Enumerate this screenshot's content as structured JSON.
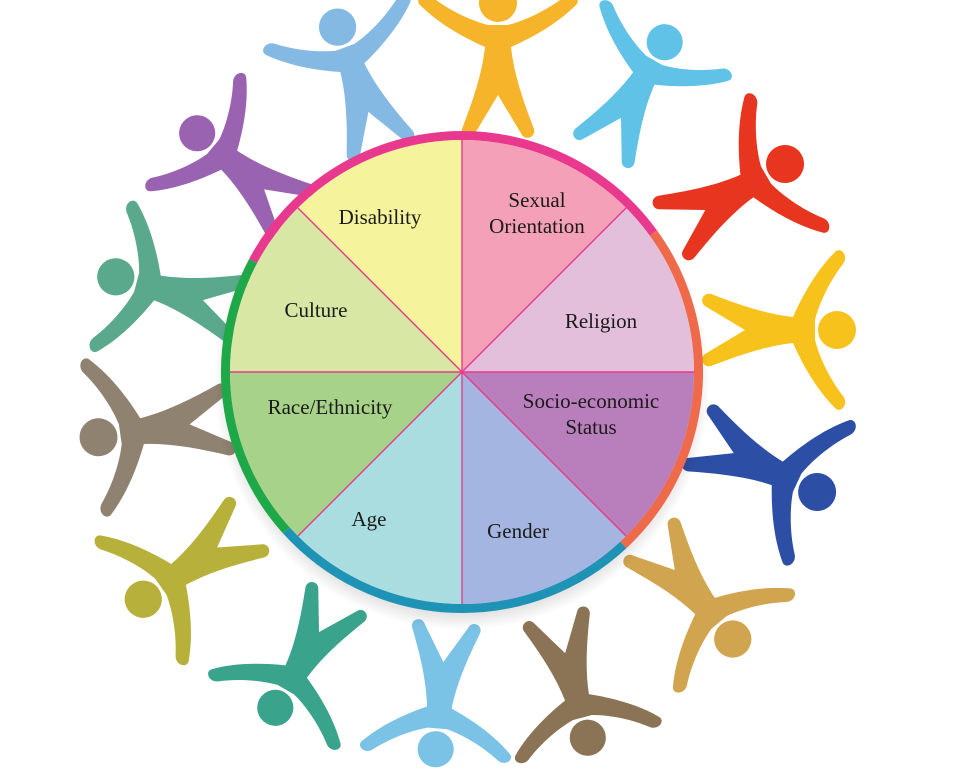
{
  "segments": [
    {
      "id": "sexual-orientation",
      "lines": [
        "Sexual",
        "Orientation"
      ],
      "fill": "#f4a0b8"
    },
    {
      "id": "religion",
      "lines": [
        "Religion"
      ],
      "fill": "#e4bfdc"
    },
    {
      "id": "socio-economic-status",
      "lines": [
        "Socio-economic",
        "Status"
      ],
      "fill": "#b97fbd"
    },
    {
      "id": "gender",
      "lines": [
        "Gender"
      ],
      "fill": "#a3b5e0"
    },
    {
      "id": "age",
      "lines": [
        "Age"
      ],
      "fill": "#a9dde0"
    },
    {
      "id": "race-ethnicity",
      "lines": [
        "Race/Ethnicity"
      ],
      "fill": "#a6d389"
    },
    {
      "id": "culture",
      "lines": [
        "Culture"
      ],
      "fill": "#d8e7a4"
    },
    {
      "id": "disability",
      "lines": [
        "Disability"
      ],
      "fill": "#f5f39c"
    }
  ],
  "rim_colors": {
    "top": "#e8398f",
    "right": "#ee6a4a",
    "bottom": "#1f93b6",
    "left": "#1fa848"
  },
  "divider_color": "#e8398f",
  "people": [
    {
      "name": "person-figure-orange-top",
      "color": "#f6b42a"
    },
    {
      "name": "person-figure-skyblue-top-right",
      "color": "#5fc2e6"
    },
    {
      "name": "person-figure-red-right",
      "color": "#e8351f"
    },
    {
      "name": "person-figure-yellow-right",
      "color": "#f7c21b"
    },
    {
      "name": "person-figure-navy-right",
      "color": "#2d4ea5"
    },
    {
      "name": "person-figure-tan-bottom-right",
      "color": "#d1a450"
    },
    {
      "name": "person-figure-brown-bottom-right",
      "color": "#8b7355"
    },
    {
      "name": "person-figure-lightblue-bottom",
      "color": "#7ac2e6"
    },
    {
      "name": "person-figure-teal-bottom-left",
      "color": "#3aa38c"
    },
    {
      "name": "person-figure-olive-bottom-left",
      "color": "#b7b13c"
    },
    {
      "name": "person-figure-taupe-left",
      "color": "#8f8271"
    },
    {
      "name": "person-figure-seagreen-left",
      "color": "#5aa98d"
    },
    {
      "name": "person-figure-purple-top-left",
      "color": "#9a63b1"
    },
    {
      "name": "person-figure-blue-top-left",
      "color": "#84b9e3"
    }
  ]
}
